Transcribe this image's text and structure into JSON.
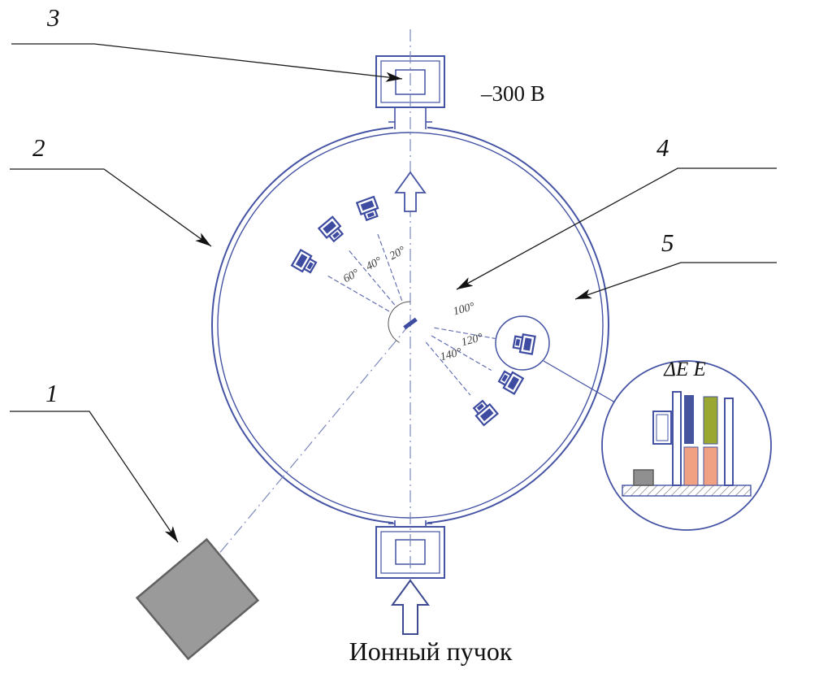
{
  "figure": {
    "callouts": {
      "n1": "1",
      "n2": "2",
      "n3": "3",
      "n4": "4",
      "n5": "5"
    },
    "voltage_label": "–300 В",
    "beam_label": "Ионный пучок",
    "inset_label": "ΔE E",
    "angle_labels": {
      "a20": "20°",
      "a40": "40°",
      "a60": "60°",
      "a100": "100°",
      "a120": "120°",
      "a140": "140°"
    },
    "colors": {
      "line_blue": "#4453a4",
      "detector_blue": "#3d4ba0",
      "source_gray": "#9a9a9a",
      "inset_green": "#9aa832",
      "inset_salmon": "#f1a183"
    }
  }
}
